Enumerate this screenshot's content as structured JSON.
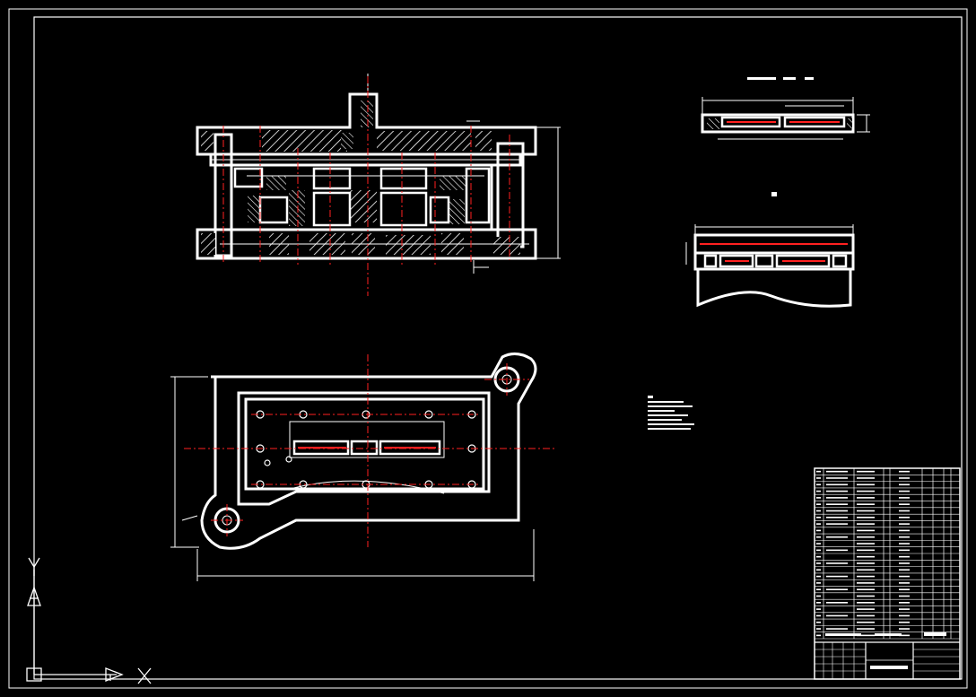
{
  "colors": {
    "background": "#000000",
    "outline": "#ffffff",
    "centerline": "#ff2020",
    "hatch": "#ffffff"
  },
  "drawing": {
    "views": [
      "front-section-view",
      "plan-view",
      "part-detail-top",
      "part-detail-section"
    ],
    "title_block": {
      "parts_list_rows": 26
    },
    "ucs_icon": {
      "x_label": "X",
      "y_label": "Y"
    }
  }
}
